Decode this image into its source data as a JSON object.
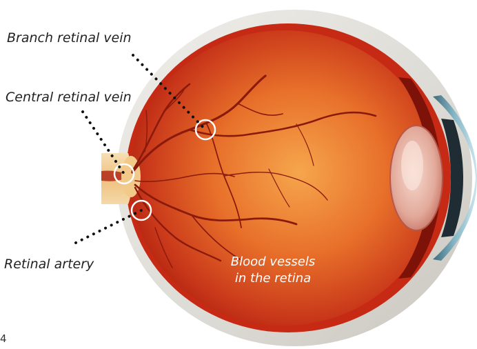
{
  "labels": {
    "branch_retinal_vein": "Branch retinal vein",
    "central_retinal_vein": "Central retinal vein",
    "retinal_artery": "Retinal artery",
    "blood_vessels_line1": "Blood vessels",
    "blood_vessels_line2": "in the retina"
  },
  "page_number": "4",
  "colors": {
    "sclera": "#e6e4df",
    "retina_outer": "#b3200f",
    "retina_center": "#f39a45",
    "vessel": "#8a1a0c",
    "optic_nerve": "#f2c98f",
    "cornea": "#4f8da3",
    "lens": "#e9c1b4",
    "callout_dot": "#111111",
    "callout_circle": "#ffffff"
  }
}
